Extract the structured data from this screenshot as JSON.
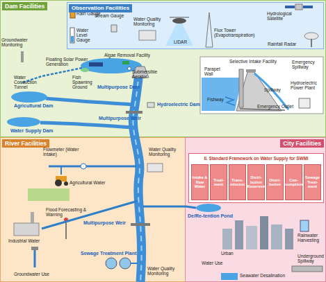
{
  "diagram": {
    "nodes": [
      {
        "text": [
          "Dam Facilities"
        ]
      },
      {
        "text": [
          "Observation Facilities"
        ],
        "in": 0
      },
      {
        "text": [
          "River Facilities"
        ]
      },
      {
        "text": [
          "City Facilities"
        ]
      },
      {
        "text": [
          "II. Standard Framework on Water Supply for SWMI"
        ],
        "in": 3
      },
      {
        "text": [
          "Intake & Raw Water"
        ],
        "in": 4
      },
      {
        "text": [
          "Treat-ment"
        ],
        "in": 4
      },
      {
        "text": [
          "Trans-mission"
        ],
        "in": 4
      },
      {
        "text": [
          "Distri-bution Reservoir"
        ],
        "in": 4
      },
      {
        "text": [
          "Distri-bution"
        ],
        "in": 4
      },
      {
        "text": [
          "Con-sumption"
        ],
        "in": 4
      },
      {
        "text": [
          "Sewage Treat-ment"
        ],
        "in": 4
      }
    ],
    "labels": [
      "Rain Gauge",
      "Remote Stream Gauge",
      "Water Level Gauge",
      "Water Quality Monitoring",
      "LIDAR",
      "Hydrological Satellite",
      "Flux Tower (Evapotranspiration)",
      "Rainfall Radar",
      "Groundwater Monitoring",
      "Algae Removal Facility",
      "Floating Solar Power Generation",
      "Submersible Aerator",
      "Water Conduction Tunnel",
      "Fish Spawning Ground",
      "Multipurpose Dam",
      "Agricultural Dam",
      "Water Supply Dam",
      "Multipurpose Weir",
      "Hydroelectric Dam",
      "Selective Intake Facility",
      "Parapet Wall",
      "Emergency Spillway",
      "Spillway",
      "Hydroelectric Power Plant",
      "Fishway",
      "Emergency Outlet",
      "Flowmeter (Water Intake)",
      "Water Quality Monitoring",
      "Agricultural Water",
      "Flood Forecasting & Warning",
      "Multipurpose Weir",
      "Industrial Water",
      "Sewage Treatment Plant",
      "Groundwater Use",
      "Water Quality Monitoring",
      "De/Re-tention Pond",
      "Urban",
      "Rainwater Harvesting",
      "Underground Spillway",
      "Water Use",
      "Seawater Desalination"
    ]
  }
}
